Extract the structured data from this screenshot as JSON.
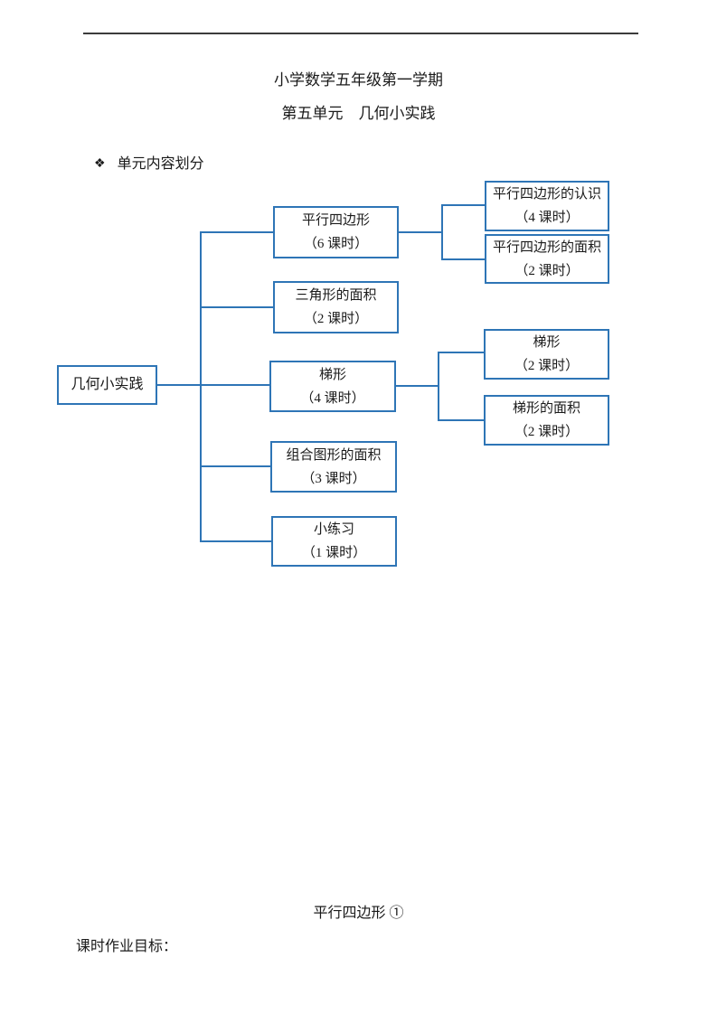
{
  "colors": {
    "accent_blue": "#2E75B6",
    "rule_gray": "#3B3B3B",
    "text": "#1A1A1A",
    "page_background": "#FFFFFF"
  },
  "header": {
    "title_line1": "小学数学五年级第一学期",
    "title_line2": "第五单元　几何小实践"
  },
  "section": {
    "bullet": "❖",
    "label": "单元内容划分"
  },
  "diagram": {
    "root": {
      "label": "几何小实践"
    },
    "level1": [
      {
        "label": "平行四边形",
        "hours": "（6 课时）"
      },
      {
        "label": "三角形的面积",
        "hours": "（2 课时）"
      },
      {
        "label": "梯形",
        "hours": "（4 课时）"
      },
      {
        "label": "组合图形的面积",
        "hours": "（3 课时）"
      },
      {
        "label": "小练习",
        "hours": "（1 课时）"
      }
    ],
    "parallelogram_children": [
      {
        "label": "平行四边形的认识",
        "hours": "（4 课时）"
      },
      {
        "label": "平行四边形的面积",
        "hours": "（2 课时）"
      }
    ],
    "trapezoid_children": [
      {
        "label": "梯形",
        "hours": "（2 课时）"
      },
      {
        "label": "梯形的面积",
        "hours": "（2 课时）"
      }
    ]
  },
  "footer": {
    "subtitle": "平行四边形 ①",
    "label": "课时作业目标："
  }
}
